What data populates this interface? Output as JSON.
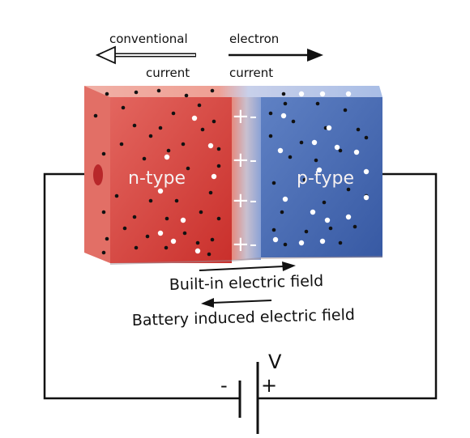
{
  "diagram": {
    "top_labels": {
      "conventional_current": [
        "conventional",
        "current"
      ],
      "electron_current": [
        "electron",
        "current"
      ]
    },
    "regions": {
      "n_type": {
        "label": "n-type",
        "color": "#d8453f"
      },
      "p_type": {
        "label": "p-type",
        "color": "#4c6fb5"
      }
    },
    "junction_charges": [
      "+-",
      "+-",
      "+-",
      "+-"
    ],
    "field_labels": {
      "built_in": "Built-in electric field",
      "battery_induced": "Battery induced electric field"
    },
    "battery": {
      "voltage_label": "V",
      "minus_label": "-",
      "plus_label": "+"
    },
    "colors": {
      "wire": "#111111",
      "electron": "#111111",
      "hole": "#ffffff"
    }
  }
}
